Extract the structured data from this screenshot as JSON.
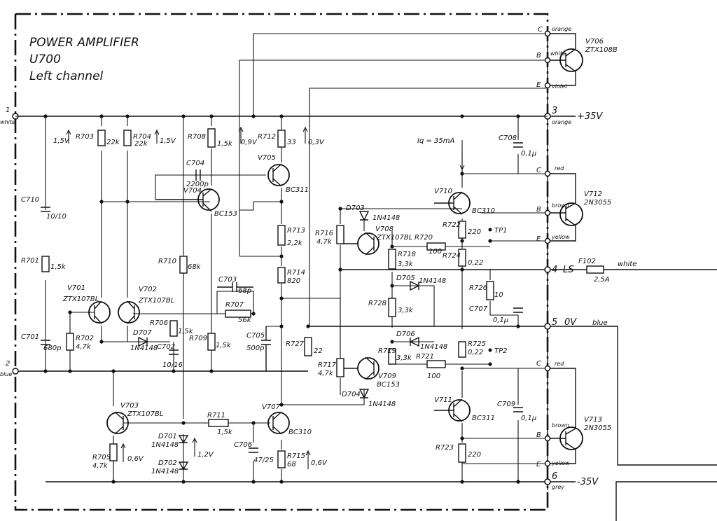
{
  "title": {
    "line1": "POWER AMPLIFIER",
    "line2": "U700",
    "line3": "Left channel"
  },
  "terminals": {
    "in1_num": "1",
    "in1_wire": "white",
    "in2_num": "2",
    "in2_wire": "blue",
    "t3_num": "3",
    "t3_wire": "orange",
    "t3_rail": "+35V",
    "t4_num": "4",
    "t4_net": "LS",
    "t4_fuse": "F102",
    "t4_fuse_val": "2,5A",
    "t4_wire": "white",
    "t5_num": "5",
    "t5_net": "0V",
    "t5_wire": "blue",
    "t6_num": "6",
    "t6_wire": "grey",
    "t6_rail": "-35V",
    "pin_c": "C",
    "pin_b": "B",
    "pin_e": "E",
    "v706_c_wire": "orange",
    "v706_b_wire": "white",
    "v706_e_wire": "violet",
    "v712_c_wire": "red",
    "v712_b_wire": "brown",
    "v712_e_wire": "yellow",
    "v713_c_wire": "red",
    "v713_b_wire": "brown",
    "v713_e_wire": "yellow"
  },
  "transistors": {
    "v701": {
      "ref": "V701",
      "type": "ZTX107BL"
    },
    "v702": {
      "ref": "V702",
      "type": "ZTX107BL"
    },
    "v703": {
      "ref": "V703",
      "type": "ZTX107BL"
    },
    "v704": {
      "ref": "V704",
      "type": "BC153"
    },
    "v705": {
      "ref": "V705",
      "type": "BC311"
    },
    "v706": {
      "ref": "V706",
      "type": "ZTX108B"
    },
    "v707": {
      "ref": "V707",
      "type": "BC310"
    },
    "v708": {
      "ref": "V708",
      "type": "ZTX107BL"
    },
    "v709": {
      "ref": "V709",
      "type": "BC153"
    },
    "v710": {
      "ref": "V710",
      "type": "BC310"
    },
    "v711": {
      "ref": "V711",
      "type": "BC311"
    },
    "v712": {
      "ref": "V712",
      "type": "2N3055"
    },
    "v713": {
      "ref": "V713",
      "type": "2N3055"
    }
  },
  "resistors": {
    "r701": {
      "ref": "R701",
      "val": "1,5k"
    },
    "r702": {
      "ref": "R702",
      "val": "4,7k"
    },
    "r703": {
      "ref": "R703",
      "val": "22k"
    },
    "r704": {
      "ref": "R704",
      "val": "22k"
    },
    "r705": {
      "ref": "R705",
      "val": "4,7k"
    },
    "r706": {
      "ref": "R706",
      "val": "1,5k"
    },
    "r707": {
      "ref": "R707",
      "val": "56k"
    },
    "r708": {
      "ref": "R708",
      "val": "1,5k"
    },
    "r709": {
      "ref": "R709",
      "val": "1,5k"
    },
    "r710": {
      "ref": "R710",
      "val": "68k"
    },
    "r711": {
      "ref": "R711",
      "val": "1,5k"
    },
    "r712": {
      "ref": "R712",
      "val": "33"
    },
    "r713": {
      "ref": "R713",
      "val": "2,2k"
    },
    "r714": {
      "ref": "R714",
      "val": "820"
    },
    "r715": {
      "ref": "R715",
      "val": "68"
    },
    "r716": {
      "ref": "R716",
      "val": "4,7k"
    },
    "r717": {
      "ref": "R717",
      "val": "4,7k"
    },
    "r718": {
      "ref": "R718",
      "val": "3,3k"
    },
    "r719": {
      "ref": "R719",
      "val": "3,3k"
    },
    "r720": {
      "ref": "R720",
      "val": "100"
    },
    "r721": {
      "ref": "R721",
      "val": "100"
    },
    "r722": {
      "ref": "R722",
      "val": "220"
    },
    "r723": {
      "ref": "R723",
      "val": "220"
    },
    "r724": {
      "ref": "R724",
      "val": "0,22"
    },
    "r725": {
      "ref": "R725",
      "val": "0,22"
    },
    "r726": {
      "ref": "R726",
      "val": "10"
    },
    "r727": {
      "ref": "R727",
      "val": "22"
    },
    "r728": {
      "ref": "R728",
      "val": "3,3k"
    }
  },
  "capacitors": {
    "c701": {
      "ref": "C701",
      "val": "680p"
    },
    "c702": {
      "ref": "C702",
      "val": "10/16"
    },
    "c703": {
      "ref": "C703",
      "val": "68p"
    },
    "c704": {
      "ref": "C704",
      "val": "2200p"
    },
    "c705": {
      "ref": "C705",
      "val": "500p"
    },
    "c706": {
      "ref": "C706",
      "val": "47/25"
    },
    "c707": {
      "ref": "C707",
      "val": "0,1µ"
    },
    "c708": {
      "ref": "C708",
      "val": "0,1µ"
    },
    "c709": {
      "ref": "C709",
      "val": "0,1µ"
    },
    "c710": {
      "ref": "C710",
      "val": "10/10"
    }
  },
  "diodes": {
    "d701": {
      "ref": "D701",
      "type": "1N4148"
    },
    "d702": {
      "ref": "D702",
      "type": "1N4148"
    },
    "d703": {
      "ref": "D703",
      "type": "1N4148"
    },
    "d704": {
      "ref": "D704",
      "type": "1N4148"
    },
    "d705": {
      "ref": "D705",
      "type": "1N4148"
    },
    "d706": {
      "ref": "D706",
      "type": "1N4148"
    },
    "d707": {
      "ref": "D707",
      "type": "1N4148"
    }
  },
  "test_points": {
    "tp1": "TP1",
    "tp2": "TP2"
  },
  "voltages": {
    "v_r703": "1,5V",
    "v_r704": "1,5V",
    "v_r708": "0,9V",
    "v_r712": "0,3V",
    "v_r705": "0,6V",
    "v_d701": "1,2V",
    "v_r715": "0,6V"
  },
  "bias": "Iq = 35mA",
  "colors": {
    "ink": "#111111",
    "paper": "#ffffff"
  }
}
